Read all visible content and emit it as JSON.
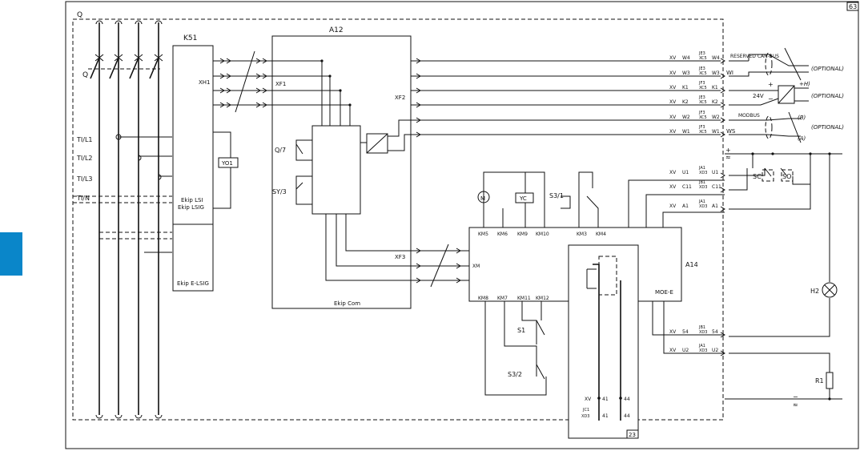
{
  "page_number": "63",
  "labels": {
    "q_top": "Q",
    "q_switch": "Q",
    "k51": "K51",
    "a12": "A12",
    "xh1": "XH1",
    "xf1": "XF1",
    "xf2": "XF2",
    "xf3": "XF3",
    "xm": "XM",
    "q7": "Q/7",
    "sy3": "SY/3",
    "yo1": "YO1",
    "ekip_lsi": "Ekip LSI",
    "ekip_lsig": "Ekip LSIG",
    "ekip_elsig": "Ekip E-LSIG",
    "ekip_com": "Ekip Com",
    "a14": "A14",
    "moe_e": "MOE-E",
    "m": "M",
    "yc": "YC",
    "s3_1": "S3/1",
    "s1": "S1",
    "s3_2": "S3/2",
    "sc": "SC",
    "so": "SO",
    "h2": "H2",
    "r1": "R1",
    "box23": "23",
    "reserved_can_bus": "RESERVED CAN-BUS",
    "modbus": "MODBUS",
    "v24": "24V",
    "plus_h": "+H)",
    "plus": "+",
    "minus": "−",
    "ac_top": "≈",
    "ac_bot": "≈",
    "pm_top": "+",
    "pm_bot": "−"
  },
  "sensors": [
    "TI/L1",
    "TI/L2",
    "TI/L3",
    "TI/N"
  ],
  "km_top": [
    "KM5",
    "KM6",
    "KM9",
    "KM10",
    "KM3",
    "KM4"
  ],
  "km_bottom": [
    "KM8",
    "KM7",
    "KM11",
    "KM12"
  ],
  "bus_rows": [
    {
      "xv": "XV",
      "w": "W4",
      "connector": "JE3",
      "xc": "XC5",
      "pin": "W4",
      "label": ""
    },
    {
      "xv": "XV",
      "w": "W3",
      "connector": "JE3",
      "xc": "XC5",
      "pin": "W3",
      "label": "WI"
    },
    {
      "xv": "XV",
      "w": "K1",
      "connector": "JF3",
      "xc": "XC5",
      "pin": "K1",
      "label": ""
    },
    {
      "xv": "XV",
      "w": "K2",
      "connector": "JE3",
      "xc": "XC5",
      "pin": "K2",
      "label": ""
    },
    {
      "xv": "XV",
      "w": "W2",
      "connector": "JF3",
      "xc": "XC5",
      "pin": "W2",
      "label": ""
    },
    {
      "xv": "XV",
      "w": "W1",
      "connector": "JF3",
      "xc": "XC5",
      "pin": "W1",
      "label": "WS"
    }
  ],
  "aux_rows": [
    {
      "xv": "XV",
      "w": "U1",
      "connector": "JA1",
      "xc": "XD3",
      "pin": "U1"
    },
    {
      "xv": "XV",
      "w": "C11",
      "connector": "JB1",
      "xc": "XD3",
      "pin": "C11"
    },
    {
      "xv": "XV",
      "w": "A1",
      "connector": "JA1",
      "xc": "XD3",
      "pin": "A1"
    },
    {
      "xv": "XV",
      "w": "54",
      "connector": "JB1",
      "xc": "XD3",
      "pin": "54"
    },
    {
      "xv": "XV",
      "w": "U2",
      "connector": "JA1",
      "xc": "XD3",
      "pin": "U2"
    }
  ],
  "optional_labels": [
    "(OPTIONAL)",
    "(OPTIONAL)",
    "(OPTIONAL)"
  ],
  "bracket_labels": [
    "(B)",
    "(A)"
  ],
  "jc1": {
    "xv": "XV",
    "p41": "41",
    "p44": "44",
    "connector": "JC1",
    "xd": "XD3",
    "q41": "41",
    "q44": "44"
  }
}
